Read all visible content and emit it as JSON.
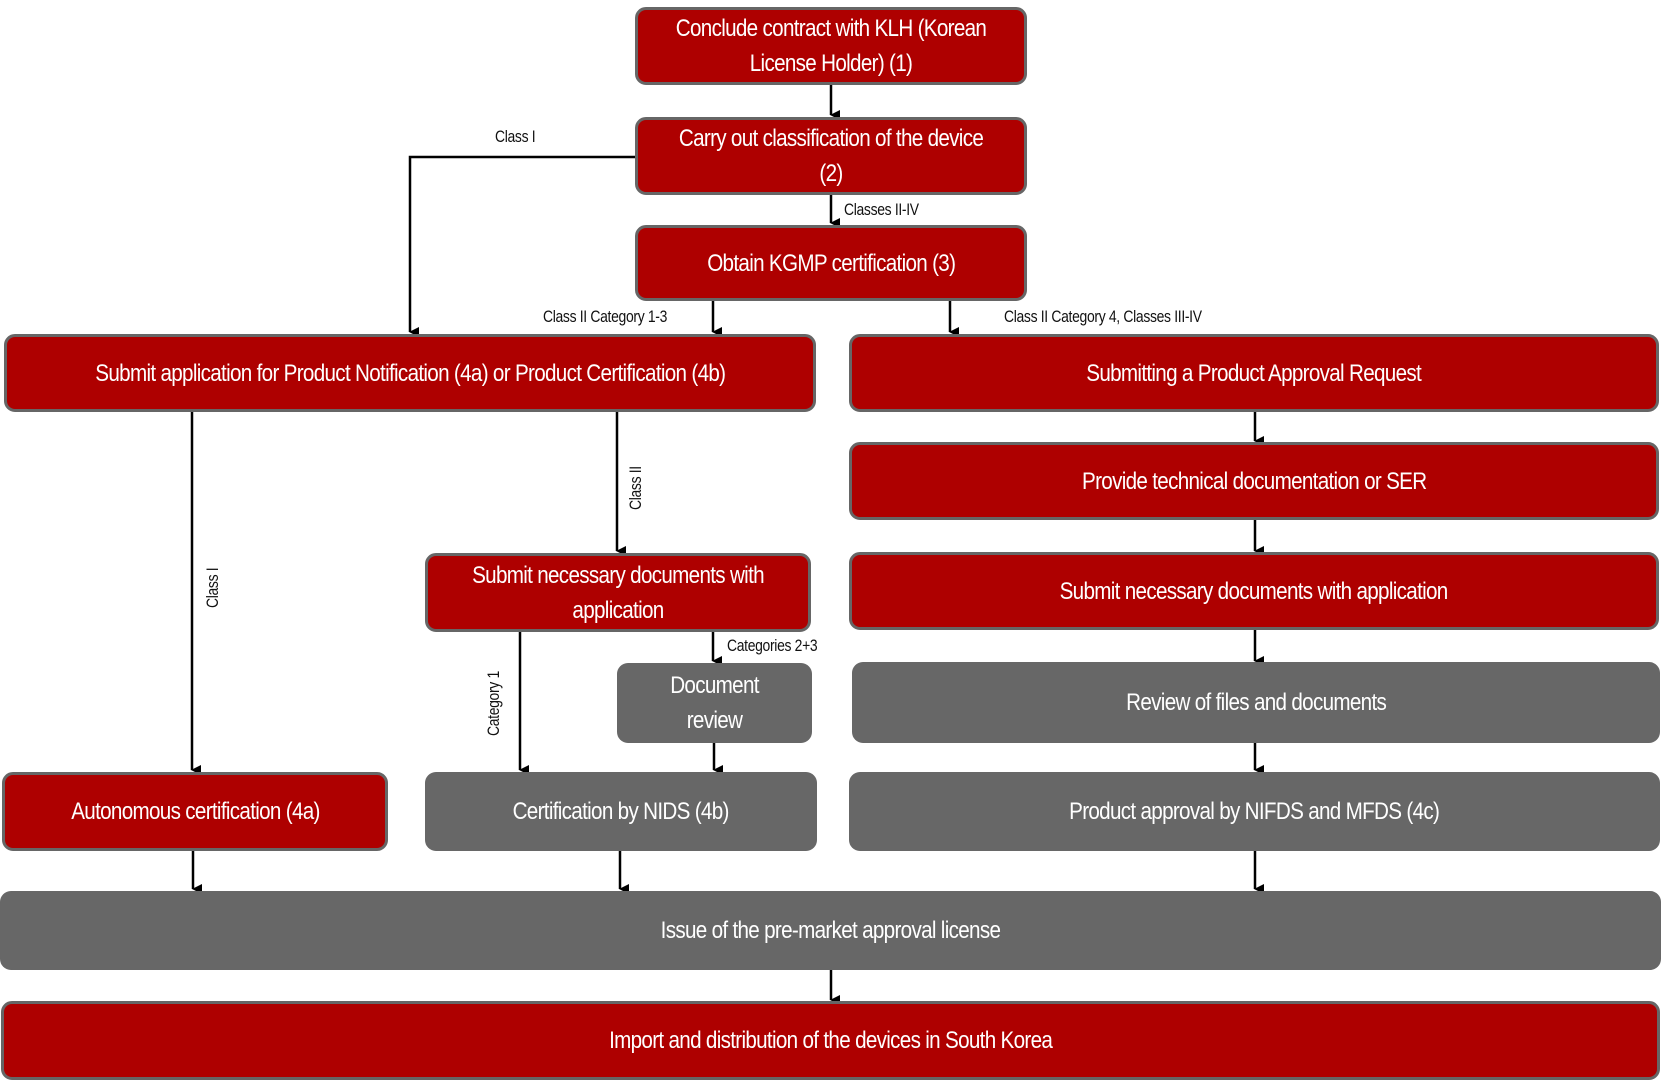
{
  "colors": {
    "primary_step": "#ae0000",
    "authority_step": "#676767",
    "connector": "#000000"
  },
  "nodes": {
    "klh": "Conclude contract with KLH (Korean License Holder) (1)",
    "classify": "Carry out classification of the device (2)",
    "kgmp": "Obtain KGMP certification (3)",
    "notification": "Submit application for Product Notification (4a) or Product Certification (4b)",
    "approval_request": "Submitting a Product Approval Request",
    "tech_doc": "Provide technical documentation or SER",
    "submit_docs_right": "Submit necessary documents with application",
    "submit_docs_left": "Submit necessary documents with application",
    "doc_review": "Document review",
    "review_files": "Review of files and documents",
    "autonomous": "Autonomous certification (4a)",
    "nids": "Certification by NIDS (4b)",
    "product_approval": "Product approval by NIFDS and MFDS (4c)",
    "issue_license": "Issue of the pre-market approval license",
    "import": "Import and distribution of the devices in South Korea"
  },
  "edge_labels": {
    "class_i_top": "Class I",
    "classes_ii_iv": "Classes II-IV",
    "class_ii_cat_1_3": "Class II Category 1-3",
    "class_ii_cat4": "Class II Category 4, Classes III-IV",
    "class_i_vertical": "Class I",
    "class_ii_vertical": "Class II",
    "category_1": "Category 1",
    "categories_2_3": "Categories 2+3"
  }
}
